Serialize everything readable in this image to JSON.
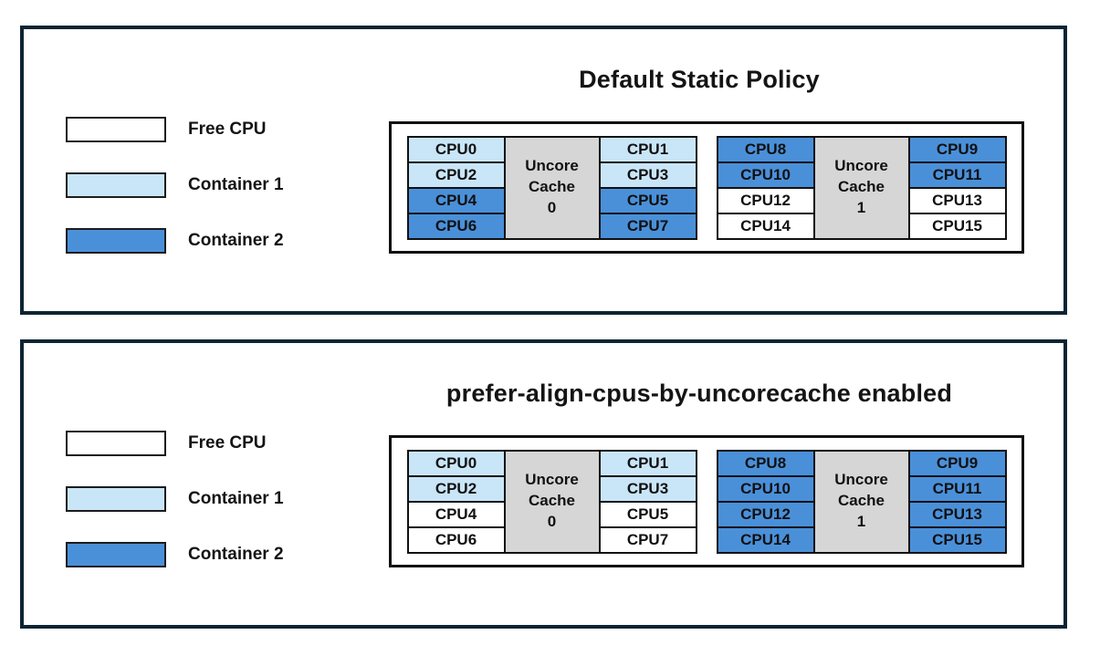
{
  "state_colors": {
    "free": "#FFFFFF",
    "container1": "#C9E6F8",
    "container2": "#4A90D9"
  },
  "legend": {
    "items": [
      {
        "label": "Free CPU",
        "state": "free"
      },
      {
        "label": "Container 1",
        "state": "container1"
      },
      {
        "label": "Container 2",
        "state": "container2"
      }
    ]
  },
  "panels": [
    {
      "title": "Default Static Policy",
      "groups": [
        {
          "cache_label": "Uncore\nCache\n0",
          "left_cpus": [
            {
              "label": "CPU0",
              "state": "container1"
            },
            {
              "label": "CPU2",
              "state": "container1"
            },
            {
              "label": "CPU4",
              "state": "container2"
            },
            {
              "label": "CPU6",
              "state": "container2"
            }
          ],
          "right_cpus": [
            {
              "label": "CPU1",
              "state": "container1"
            },
            {
              "label": "CPU3",
              "state": "container1"
            },
            {
              "label": "CPU5",
              "state": "container2"
            },
            {
              "label": "CPU7",
              "state": "container2"
            }
          ]
        },
        {
          "cache_label": "Uncore\nCache\n1",
          "left_cpus": [
            {
              "label": "CPU8",
              "state": "container2"
            },
            {
              "label": "CPU10",
              "state": "container2"
            },
            {
              "label": "CPU12",
              "state": "free"
            },
            {
              "label": "CPU14",
              "state": "free"
            }
          ],
          "right_cpus": [
            {
              "label": "CPU9",
              "state": "container2"
            },
            {
              "label": "CPU11",
              "state": "container2"
            },
            {
              "label": "CPU13",
              "state": "free"
            },
            {
              "label": "CPU15",
              "state": "free"
            }
          ]
        }
      ]
    },
    {
      "title": "prefer-align-cpus-by-uncorecache enabled",
      "groups": [
        {
          "cache_label": "Uncore\nCache\n0",
          "left_cpus": [
            {
              "label": "CPU0",
              "state": "container1"
            },
            {
              "label": "CPU2",
              "state": "container1"
            },
            {
              "label": "CPU4",
              "state": "free"
            },
            {
              "label": "CPU6",
              "state": "free"
            }
          ],
          "right_cpus": [
            {
              "label": "CPU1",
              "state": "container1"
            },
            {
              "label": "CPU3",
              "state": "container1"
            },
            {
              "label": "CPU5",
              "state": "free"
            },
            {
              "label": "CPU7",
              "state": "free"
            }
          ]
        },
        {
          "cache_label": "Uncore\nCache\n1",
          "left_cpus": [
            {
              "label": "CPU8",
              "state": "container2"
            },
            {
              "label": "CPU10",
              "state": "container2"
            },
            {
              "label": "CPU12",
              "state": "container2"
            },
            {
              "label": "CPU14",
              "state": "container2"
            }
          ],
          "right_cpus": [
            {
              "label": "CPU9",
              "state": "container2"
            },
            {
              "label": "CPU11",
              "state": "container2"
            },
            {
              "label": "CPU13",
              "state": "container2"
            },
            {
              "label": "CPU15",
              "state": "container2"
            }
          ]
        }
      ]
    }
  ]
}
